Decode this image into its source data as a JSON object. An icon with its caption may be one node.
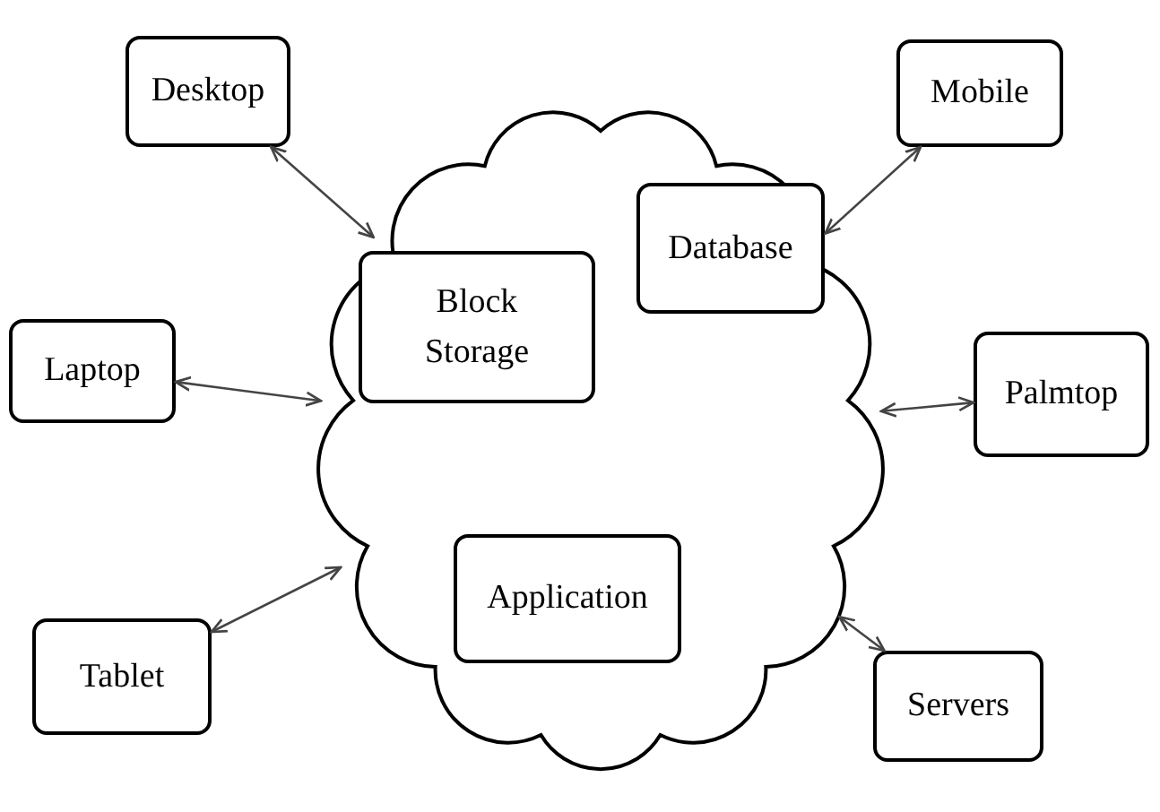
{
  "diagram": {
    "nodes": [
      {
        "text": [],
        "shape": "cloud"
      },
      {
        "text": [
          "Block Storage"
        ],
        "in": 0
      },
      {
        "text": [
          "Database"
        ],
        "in": 0
      },
      {
        "text": [
          "Application"
        ],
        "in": 0
      },
      {
        "text": [
          "Desktop"
        ]
      },
      {
        "text": [
          "Mobile"
        ]
      },
      {
        "text": [
          "Laptop"
        ]
      },
      {
        "text": [
          "Palmtop"
        ]
      },
      {
        "text": [
          "Tablet"
        ]
      },
      {
        "text": [
          "Servers"
        ]
      }
    ],
    "edges": [
      {
        "from": 4,
        "to": 0,
        "arrow": "both"
      },
      {
        "from": 5,
        "to": 0,
        "arrow": "both"
      },
      {
        "from": 6,
        "to": 0,
        "arrow": "both"
      },
      {
        "from": 7,
        "to": 0,
        "arrow": "both"
      },
      {
        "from": 8,
        "to": 0,
        "arrow": "both"
      },
      {
        "from": 9,
        "to": 0,
        "arrow": "both"
      }
    ]
  }
}
